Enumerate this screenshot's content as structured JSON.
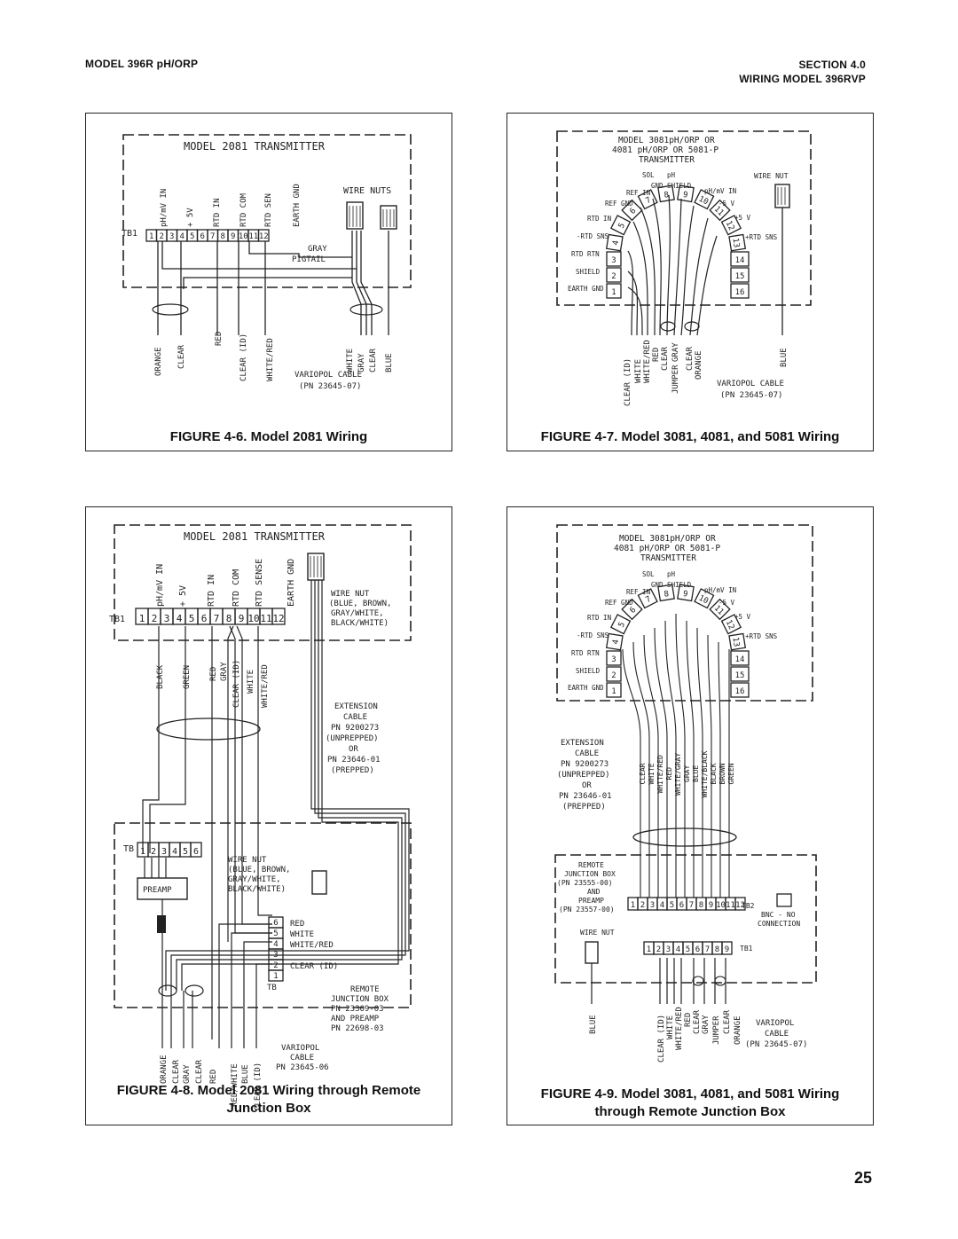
{
  "header": {
    "left": "MODEL 396R pH/ORP",
    "right_line1": "SECTION 4.0",
    "right_line2": "WIRING MODEL 396RVP"
  },
  "figures": {
    "fig6": {
      "caption": "FIGURE 4-6. Model 2081 Wiring",
      "title": "MODEL 2081 TRANSMITTER",
      "tb": "TB1",
      "terminal_labels": [
        "pH/mV IN",
        "+ 5V",
        "RTD IN",
        "RTD COM",
        "RTD SEN",
        "EARTH GND"
      ],
      "wire_nuts": "WIRE NUTS",
      "pigtail": [
        "GRAY",
        "PIGTAIL"
      ],
      "wires": [
        "ORANGE",
        "CLEAR",
        "RED",
        "CLEAR (ID)",
        "WHITE/RED",
        "WHITE",
        "GRAY",
        "CLEAR",
        "BLUE"
      ],
      "cable": [
        "VARIOPOL CABLE",
        "(PN 23645-07)"
      ]
    },
    "fig7": {
      "caption": "FIGURE 4-7. Model 3081, 4081, and 5081 Wiring",
      "title": [
        "MODEL 3081pH/ORP OR",
        "4081 pH/ORP OR 5081-P",
        "TRANSMITTER"
      ],
      "top_labels": [
        "SOL",
        "pH",
        "GND SHIELD"
      ],
      "left_labels": [
        "REF IN",
        "REF GND",
        "RTD IN",
        "-RTD SNS",
        "RTD RTN",
        "SHIELD",
        "EARTH GND"
      ],
      "right_labels": [
        "pH/mV IN",
        "-5 V",
        "+5 V",
        "+RTD SNS"
      ],
      "wire_nut": "WIRE NUT",
      "wires": [
        "CLEAR (ID)",
        "WHITE",
        "WHITE/RED",
        "RED",
        "CLEAR",
        "JUMPER",
        "GRAY",
        "CLEAR",
        "ORANGE",
        "BLUE"
      ],
      "cable": [
        "VARIOPOL CABLE",
        "(PN 23645-07)"
      ]
    },
    "fig8": {
      "caption": "FIGURE 4-8. Model 2081 Wiring through Remote Junction Box",
      "caption_l1": "FIGURE 4-8. Model 2081 Wiring through Remote",
      "caption_l2": "Junction Box",
      "title": "MODEL 2081 TRANSMITTER",
      "tb": "TB1",
      "terminal_labels": [
        "pH/mV IN",
        "+ 5V",
        "RTD IN",
        "RTD COM",
        "RTD SENSE",
        "EARTH GND"
      ],
      "wire_nut": [
        "WIRE NUT",
        "(BLUE, BROWN,",
        "GRAY/WHITE,",
        "BLACK/WHITE)"
      ],
      "upper_wires": [
        "BLACK",
        "GREEN",
        "RED",
        "GRAY",
        "CLEAR (ID)",
        "WHITE",
        "WHITE/RED"
      ],
      "extension": [
        "EXTENSION",
        "CABLE",
        "PN 9200273",
        "(UNPREPPED)",
        "OR",
        "PN 23646-01",
        "(PREPPED)"
      ],
      "tb_box": "TB",
      "preamp": "PREAMP",
      "tb_right": [
        "RED",
        "WHITE",
        "WHITE/RED",
        "CLEAR (ID)"
      ],
      "tb_right_label": "TB",
      "jbox": [
        "REMOTE",
        "JUNCTION BOX",
        "PN 23309-03",
        "AND PREAMP",
        "PN 22698-03"
      ],
      "lower_wires": [
        "ORANGE",
        "CLEAR",
        "GRAY",
        "CLEAR",
        "RED",
        "RED/WHITE",
        "BLUE",
        "CLEAR (ID)"
      ],
      "cable": [
        "VARIOPOL",
        "CABLE",
        "PN 23645-06"
      ]
    },
    "fig9": {
      "caption": "FIGURE 4-9. Model 3081, 4081, and 5081 Wiring through Remote Junction Box",
      "caption_l1": "FIGURE 4-9. Model 3081, 4081, and 5081 Wiring",
      "caption_l2": "through Remote Junction Box",
      "title": [
        "MODEL 3081pH/ORP OR",
        "4081 pH/ORP OR 5081-P",
        "TRANSMITTER"
      ],
      "extension": [
        "EXTENSION",
        "CABLE",
        "PN 9200273",
        "(UNPREPPED)",
        "OR",
        "PN 23646-01",
        "(PREPPED)"
      ],
      "ext_wires": [
        "CLEAR",
        "WHITE",
        "WHITE/RED",
        "RED",
        "WHITE/GRAY",
        "GRAY",
        "BLUE",
        "WHITE/BLACK",
        "BLACK",
        "BROWN",
        "GREEN"
      ],
      "jbox": [
        "REMOTE",
        "JUNCTION BOX",
        "(PN 23555-00)",
        "AND",
        "PREAMP",
        "(PN 23557-00)"
      ],
      "tb2": "TB2",
      "bnc": [
        "BNC - NO",
        "CONNECTION"
      ],
      "wire_nut": "WIRE NUT",
      "tb1": "TB1",
      "lower_wires": [
        "BLUE",
        "CLEAR (ID)",
        "WHITE",
        "WHITE/RED",
        "RED",
        "CLEAR",
        "GRAY",
        "JUMPER",
        "CLEAR",
        "ORANGE"
      ],
      "cable": [
        "VARIOPOL",
        "CABLE",
        "(PN 23645-07)"
      ]
    }
  },
  "page_number": "25"
}
